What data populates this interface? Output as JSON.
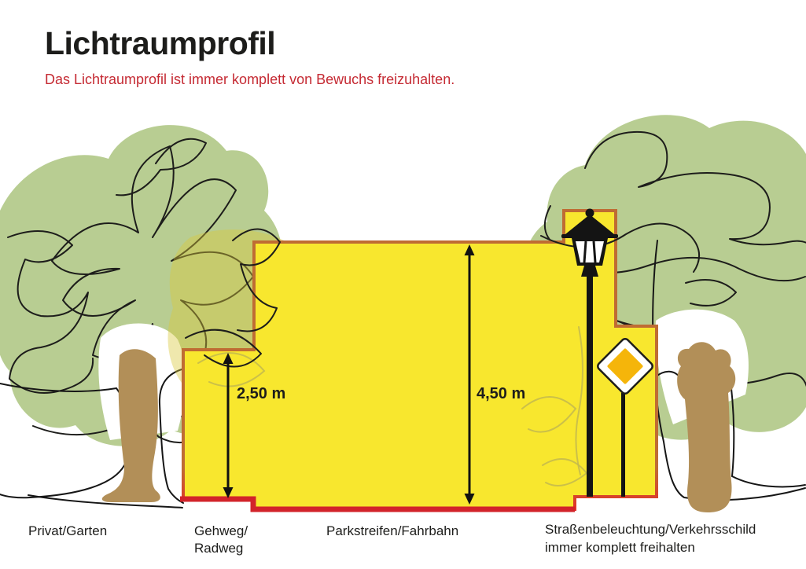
{
  "header": {
    "title": "Lichtraumprofil",
    "subtitle": "Das Lichtraumprofil ist immer komplett von Bewuchs freizuhalten."
  },
  "measurements": {
    "sidewalk_clearance": "2,50 m",
    "road_clearance": "4,50 m"
  },
  "zone_labels": {
    "private": "Privat/Garten",
    "sidewalk_line1": "Gehweg/",
    "sidewalk_line2": "Radweg",
    "road": "Parkstreifen/Fahrbahn",
    "lighting_line1": "Straßenbeleuchtung/Verkehrsschild",
    "lighting_line2": "immer komplett freihalten"
  },
  "colors": {
    "text_black": "#1d1d1b",
    "accent_red": "#c52a33",
    "base_red": "#d2232a",
    "outline_orange": "#bf6c33",
    "outline_red": "#e23128",
    "clearance_yellow": "#f8e72e",
    "glow_yellow": "#d9c93c",
    "foliage_green": "#b8cd92",
    "trunk_brown": "#b28f58",
    "sign_orange": "#f5b50a",
    "lamp_black": "#141414"
  }
}
